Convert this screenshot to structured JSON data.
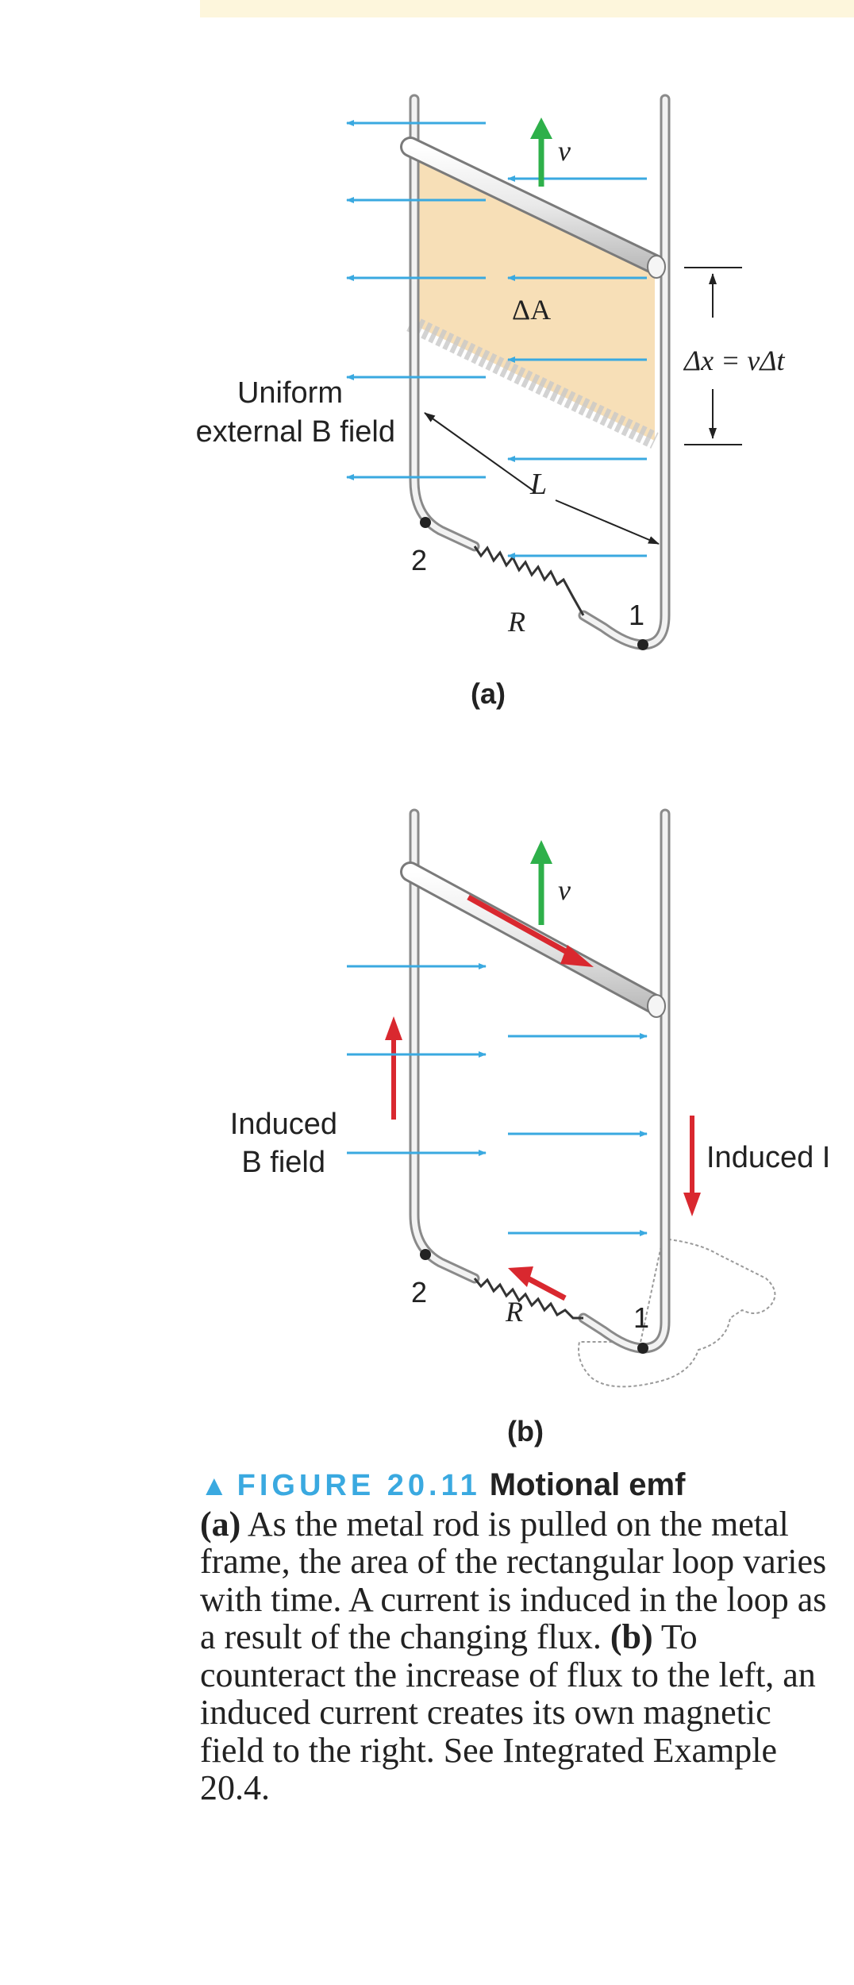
{
  "header_band_color": "#fdf6dc",
  "colors": {
    "field_arrow": "#3aa9e0",
    "velocity_arrow": "#2eb04a",
    "current_arrow": "#d9282f",
    "area_fill": "#f7dfb7",
    "accent": "#3aa9e0"
  },
  "panel_a": {
    "label": "(a)",
    "velocity_label": "v",
    "area_label": "ΔA",
    "displacement_label": "Δx = vΔt",
    "length_label": "L",
    "resistor_label": "R",
    "terminal_1": "1",
    "terminal_2": "2",
    "field_label_line1": "Uniform",
    "field_label_line2": "external B field"
  },
  "panel_b": {
    "label": "(b)",
    "velocity_label": "v",
    "resistor_label": "R",
    "terminal_1": "1",
    "terminal_2": "2",
    "field_label_line1": "Induced",
    "field_label_line2": "B field",
    "current_label": "Induced I"
  },
  "caption": {
    "figure_number": "FIGURE 20.11",
    "figure_title": "Motional emf",
    "part_a_label": "(a)",
    "part_a_text": " As the metal rod is pulled on the metal frame, the area of the rectangular loop varies with time. A current is induced in the loop as a result of the changing flux. ",
    "part_b_label": "(b)",
    "part_b_text": " To counteract the increase of flux to the left, an induced current creates its own magnetic field to the right. See Integrated Example 20.4."
  }
}
